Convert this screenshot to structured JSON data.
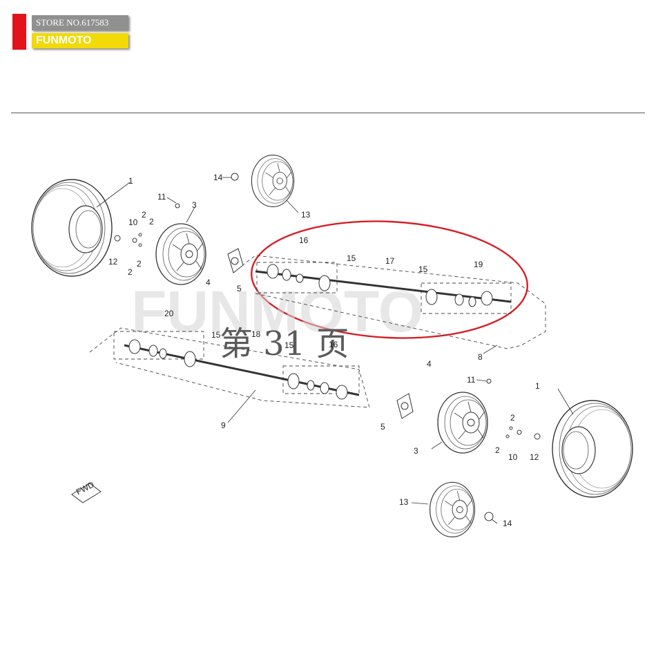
{
  "store": {
    "number_label": "STORE NO.617583",
    "brand": "FUNMOTO",
    "accent": "#e2141b",
    "brand_bg": "#f2da07"
  },
  "watermark": {
    "text": "FUNMOTO",
    "page": "第 31 页"
  },
  "fwd_label": "FWD",
  "highlight_color": "#d61f26",
  "callouts": {
    "c1a": "1",
    "c1b": "1",
    "c2a": "2",
    "c2b": "2",
    "c2c": "2",
    "c2d": "2",
    "c2e": "2",
    "c2f": "2",
    "c3a": "3",
    "c3b": "3",
    "c4a": "4",
    "c4b": "4",
    "c5a": "5",
    "c5b": "5",
    "c8": "8",
    "c9": "9",
    "c10a": "10",
    "c10b": "10",
    "c11a": "11",
    "c11b": "11",
    "c12a": "12",
    "c12b": "12",
    "c13a": "13",
    "c13b": "13",
    "c14a": "14",
    "c14b": "14",
    "c15a": "15",
    "c15b": "15",
    "c15c": "15",
    "c15d": "15",
    "c16a": "16",
    "c16b": "16",
    "c17": "17",
    "c18": "18",
    "c19": "19",
    "c20": "20"
  }
}
